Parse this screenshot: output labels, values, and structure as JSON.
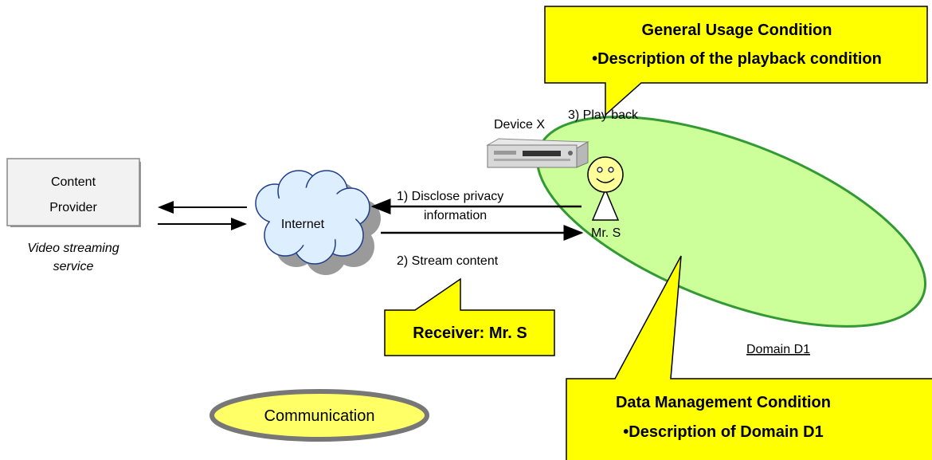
{
  "content_provider": {
    "line1": "Content",
    "line2": "Provider",
    "caption_line1": "Video streaming",
    "caption_line2": "service"
  },
  "internet": {
    "label": "Internet"
  },
  "steps": {
    "disclose_line1": "1) Disclose privacy",
    "disclose_line2": "information",
    "stream": "2) Stream content",
    "playback": "3) Play back"
  },
  "device": {
    "label": "Device X"
  },
  "person": {
    "label": "Mr. S"
  },
  "domain": {
    "label": "Domain D1"
  },
  "callouts": {
    "general_title": "General Usage Condition",
    "general_body": "•Description of the playback condition",
    "receiver": "Receiver: Mr. S",
    "data_title": "Data Management Condition",
    "data_body": "•Description of Domain D1"
  },
  "communication": {
    "label": "Communication"
  },
  "colors": {
    "callout_fill": "#ffff00",
    "domain_fill": "#ccff99",
    "domain_stroke": "#339933",
    "cloud_fill": "#ddeeff",
    "pill_fill": "#ffff66",
    "pill_stroke": "#777777"
  }
}
